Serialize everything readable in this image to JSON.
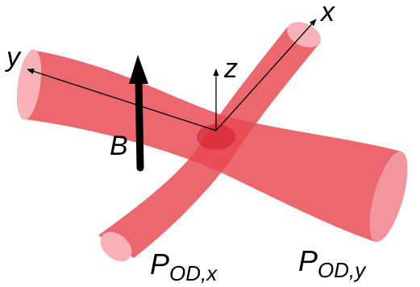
{
  "axes": {
    "x_label": "x",
    "y_label": "y",
    "z_label": "z"
  },
  "field": {
    "label": "B",
    "color": "#000000"
  },
  "beams": [
    {
      "label_main": "P",
      "label_sub": "OD,x"
    },
    {
      "label_main": "P",
      "label_sub": "OD,y"
    }
  ],
  "colors": {
    "beam_fill": "#e8474f",
    "beam_end_fill": "#f6a3a8",
    "overlap": "#d01e2c",
    "axis": "#000000"
  }
}
